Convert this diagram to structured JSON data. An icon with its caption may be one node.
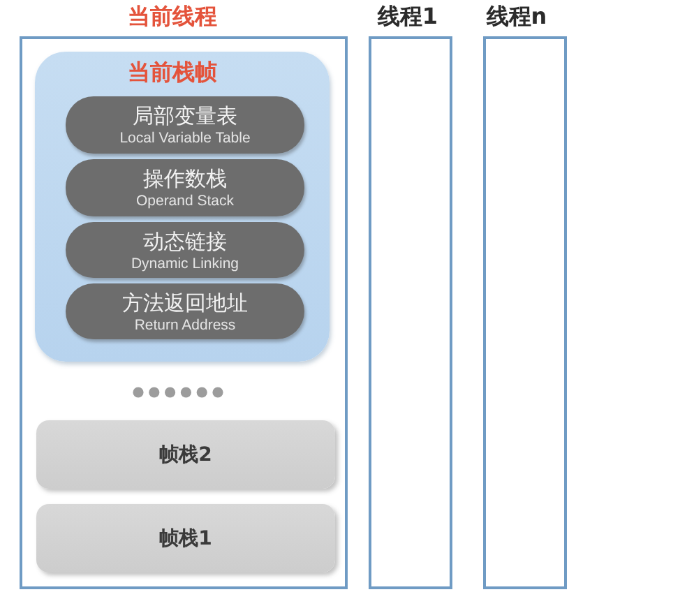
{
  "diagram": {
    "nodes": [
      {
        "text": [
          "当前线程"
        ]
      },
      {
        "text": [
          "当前栈帧"
        ],
        "in": 0
      },
      {
        "text": [
          "局部变量表",
          "Local Variable Table"
        ],
        "in": 1
      },
      {
        "text": [
          "操作数栈",
          "Operand Stack"
        ],
        "in": 1
      },
      {
        "text": [
          "动态链接",
          "Dynamic Linking"
        ],
        "in": 1
      },
      {
        "text": [
          "方法返回地址",
          "Return Address"
        ],
        "in": 1
      },
      {
        "text": [
          "帧栈2"
        ],
        "in": 0
      },
      {
        "text": [
          "帧栈1"
        ],
        "in": 0
      },
      {
        "text": [
          "线程1"
        ]
      },
      {
        "text": [
          "线程n"
        ]
      }
    ]
  }
}
